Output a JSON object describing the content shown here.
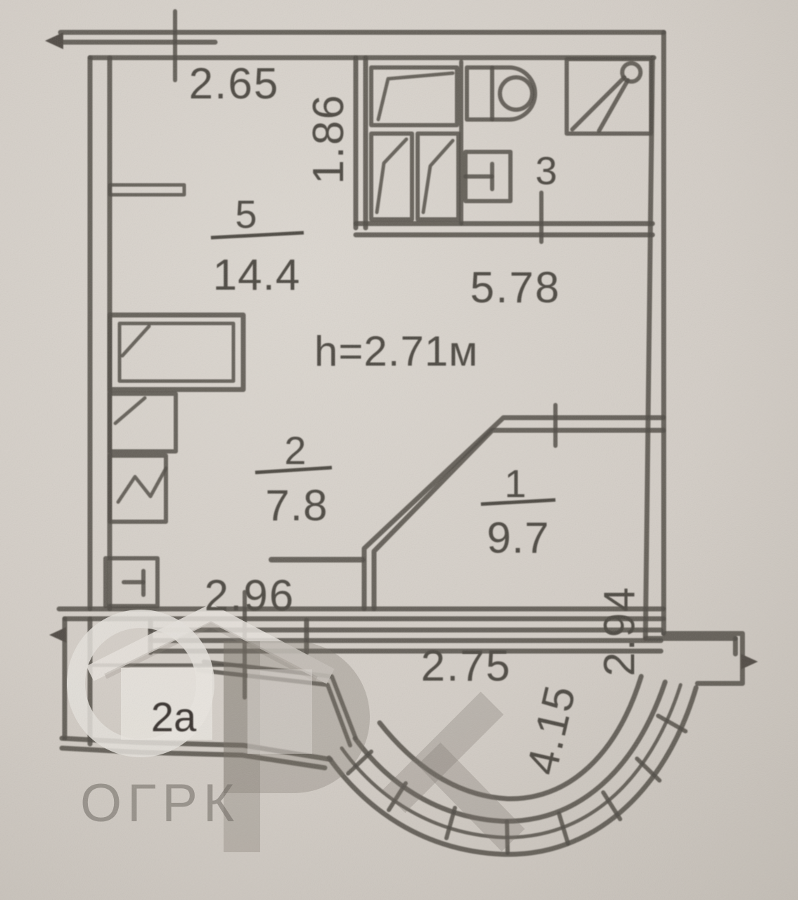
{
  "watermark": {
    "brand": "ОГРК"
  },
  "plan": {
    "ceiling_height": "h=2.71м",
    "rooms": {
      "living": {
        "number": "5",
        "area": "14.4"
      },
      "kitchen": {
        "number": "2",
        "area": "7.8"
      },
      "room1": {
        "number": "1",
        "area": "9.7"
      },
      "bathroom": {
        "number": "3"
      },
      "loggia": {
        "number": "2a"
      }
    },
    "dimensions": {
      "top_width": "2.65",
      "closet_depth": "1.86",
      "hall_width": "5.78",
      "lower_width": "2.96",
      "bay_width": "2.75",
      "bay_height": "4.15",
      "right_depth": "2.94"
    }
  }
}
